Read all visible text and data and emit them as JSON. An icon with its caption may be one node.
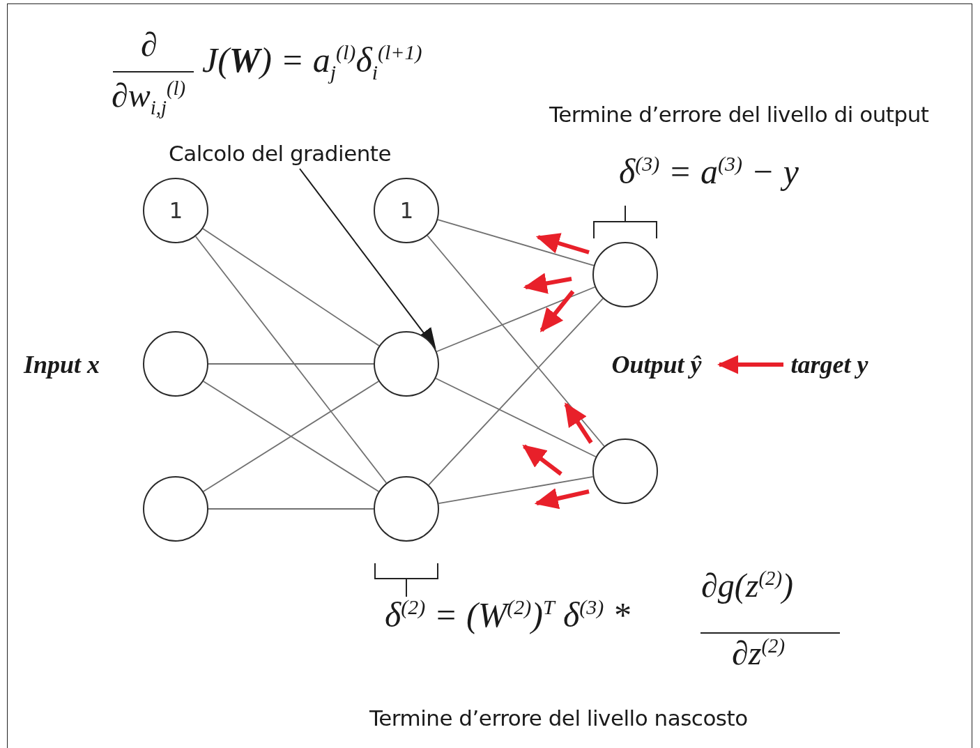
{
  "diagram": {
    "nodes": [
      {
        "text": [
          "1"
        ]
      },
      {
        "text": [],
        "shape": "circle"
      },
      {
        "text": [],
        "shape": "circle"
      },
      {
        "text": [
          "1"
        ]
      },
      {
        "text": [],
        "shape": "circle"
      },
      {
        "text": [],
        "shape": "circle"
      },
      {
        "text": [],
        "shape": "circle"
      },
      {
        "text": [],
        "shape": "circle"
      },
      {
        "text": [
          "Output ŷ"
        ]
      },
      {
        "text": [
          "target y"
        ]
      },
      {
        "text": [
          "Calcolo del gradiente"
        ]
      }
    ],
    "edges": [
      {
        "from": 0,
        "to": 4,
        "arrow": "none"
      },
      {
        "from": 0,
        "to": 5,
        "arrow": "none"
      },
      {
        "from": 1,
        "to": 4,
        "arrow": "none"
      },
      {
        "from": 1,
        "to": 5,
        "arrow": "none"
      },
      {
        "from": 2,
        "to": 4,
        "arrow": "none"
      },
      {
        "from": 2,
        "to": 5,
        "arrow": "none"
      },
      {
        "from": 3,
        "to": 6,
        "arrow": "none"
      },
      {
        "from": 3,
        "to": 7,
        "arrow": "none"
      },
      {
        "from": 4,
        "to": 6,
        "arrow": "none"
      },
      {
        "from": 4,
        "to": 7,
        "arrow": "none"
      },
      {
        "from": 5,
        "to": 6,
        "arrow": "none"
      },
      {
        "from": 5,
        "to": 7,
        "arrow": "none"
      },
      {
        "from": 9,
        "to": 8,
        "arrow": "to",
        "style": "thick",
        "color": "#e8202a"
      },
      {
        "from": 10,
        "to": 4,
        "arrow": "to",
        "color": "#1a1a1a"
      }
    ],
    "labels": [
      "∂",
      "∂w$_{i,j}$$^{(l)}$",
      "J(**W**) = a$_{j}$$^{(l)}$δ$_{i}$$^{(l+1)}$",
      "Termine d’errore del livello di output",
      "δ$^{(3)}$ = a$^{(3)}$ − y",
      "Input x",
      "δ$^{(2)}$ = (W$^{(2)}$)$^{T}$ δ$^{(3)}$ *",
      "∂g(z$^{(2)}$)",
      "∂z$^{(2)}$",
      "Termine d’errore del livello nascosto"
    ]
  }
}
